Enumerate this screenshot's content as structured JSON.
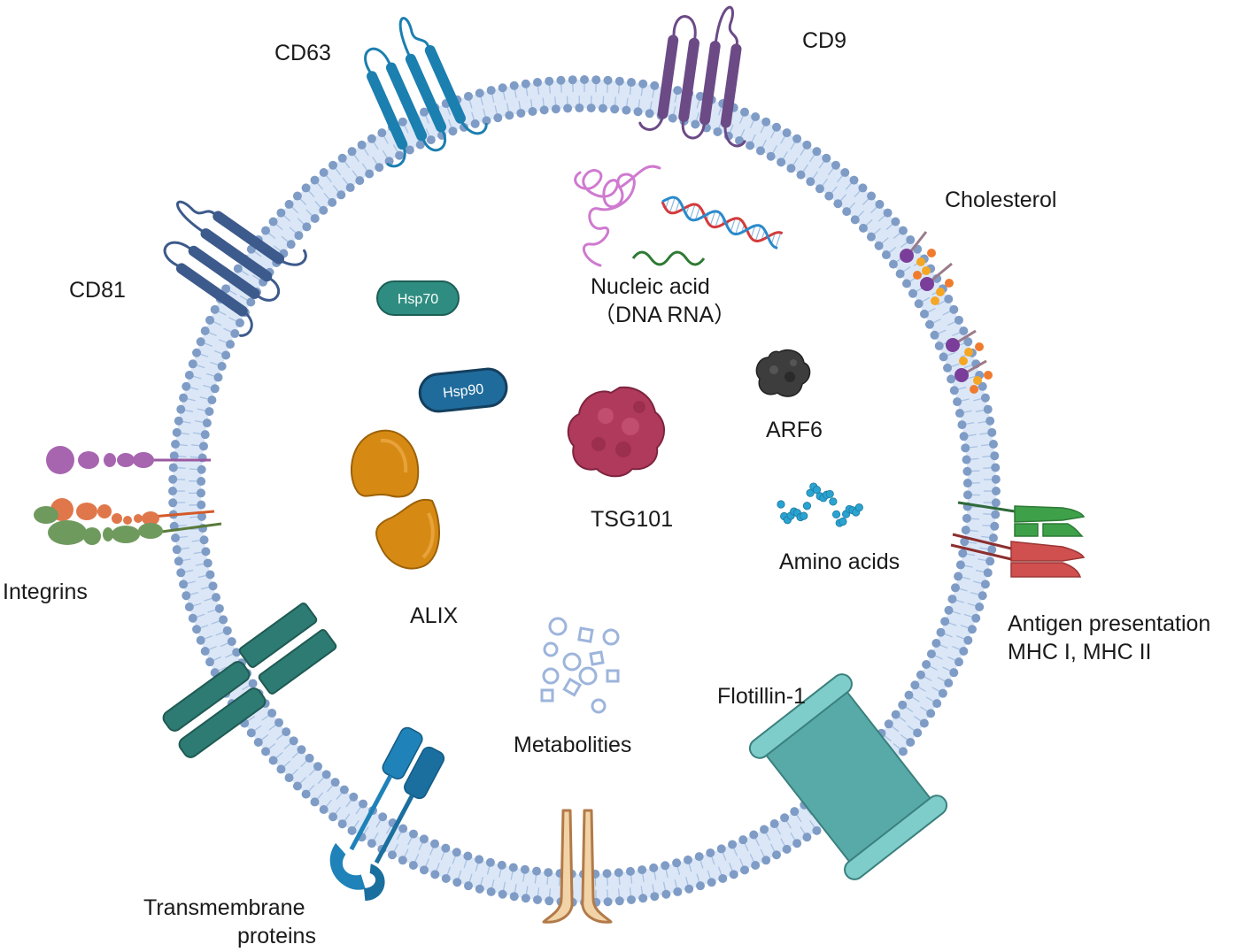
{
  "labels": {
    "cd63": "CD63",
    "cd9": "CD9",
    "cholesterol": "Cholesterol",
    "cd81": "CD81",
    "nucleic_acid_line1": "Nucleic acid",
    "nucleic_acid_line2": "（DNA RNA）",
    "hsp70": "Hsp70",
    "hsp90": "Hsp90",
    "arf6": "ARF6",
    "tsg101": "TSG101",
    "amino_acids": "Amino acids",
    "integrins": "Integrins",
    "alix": "ALIX",
    "antigen_line1": "Antigen presentation",
    "antigen_line2": "MHC I, MHC II",
    "flotillin": "Flotillin-1",
    "metabolities": "Metabolities",
    "transmembrane_line1": "Transmembrane",
    "transmembrane_line2": "proteins"
  },
  "colors": {
    "membrane_head": "#7f9cc6",
    "membrane_band": "#dbe7f6",
    "membrane_tail": "#a9c1e3",
    "cd63": "#1b7fb0",
    "cd9": "#6b4a86",
    "cd81": "#3d5a8c",
    "hsp70": "#2e8c80",
    "hsp90": "#1f6b9c",
    "tsg101": "#b03a5b",
    "arf6": "#3d3d3d",
    "alix": "#d68a14",
    "amino_acids": "#2aa3d1",
    "metabolites": "#9db5dc",
    "flotillin": "#58aaa8",
    "transmembrane": "#2d7b72",
    "receptor_blue": "#1f82b8",
    "tan_receptor": "#f1d3a7",
    "mhc_green": "#3fa04a",
    "mhc_red": "#d0504f",
    "dna_red": "#d33b3b",
    "dna_blue": "#2a8acb",
    "rna_pink": "#cf7ad0",
    "dna_green": "#2f7a34"
  }
}
